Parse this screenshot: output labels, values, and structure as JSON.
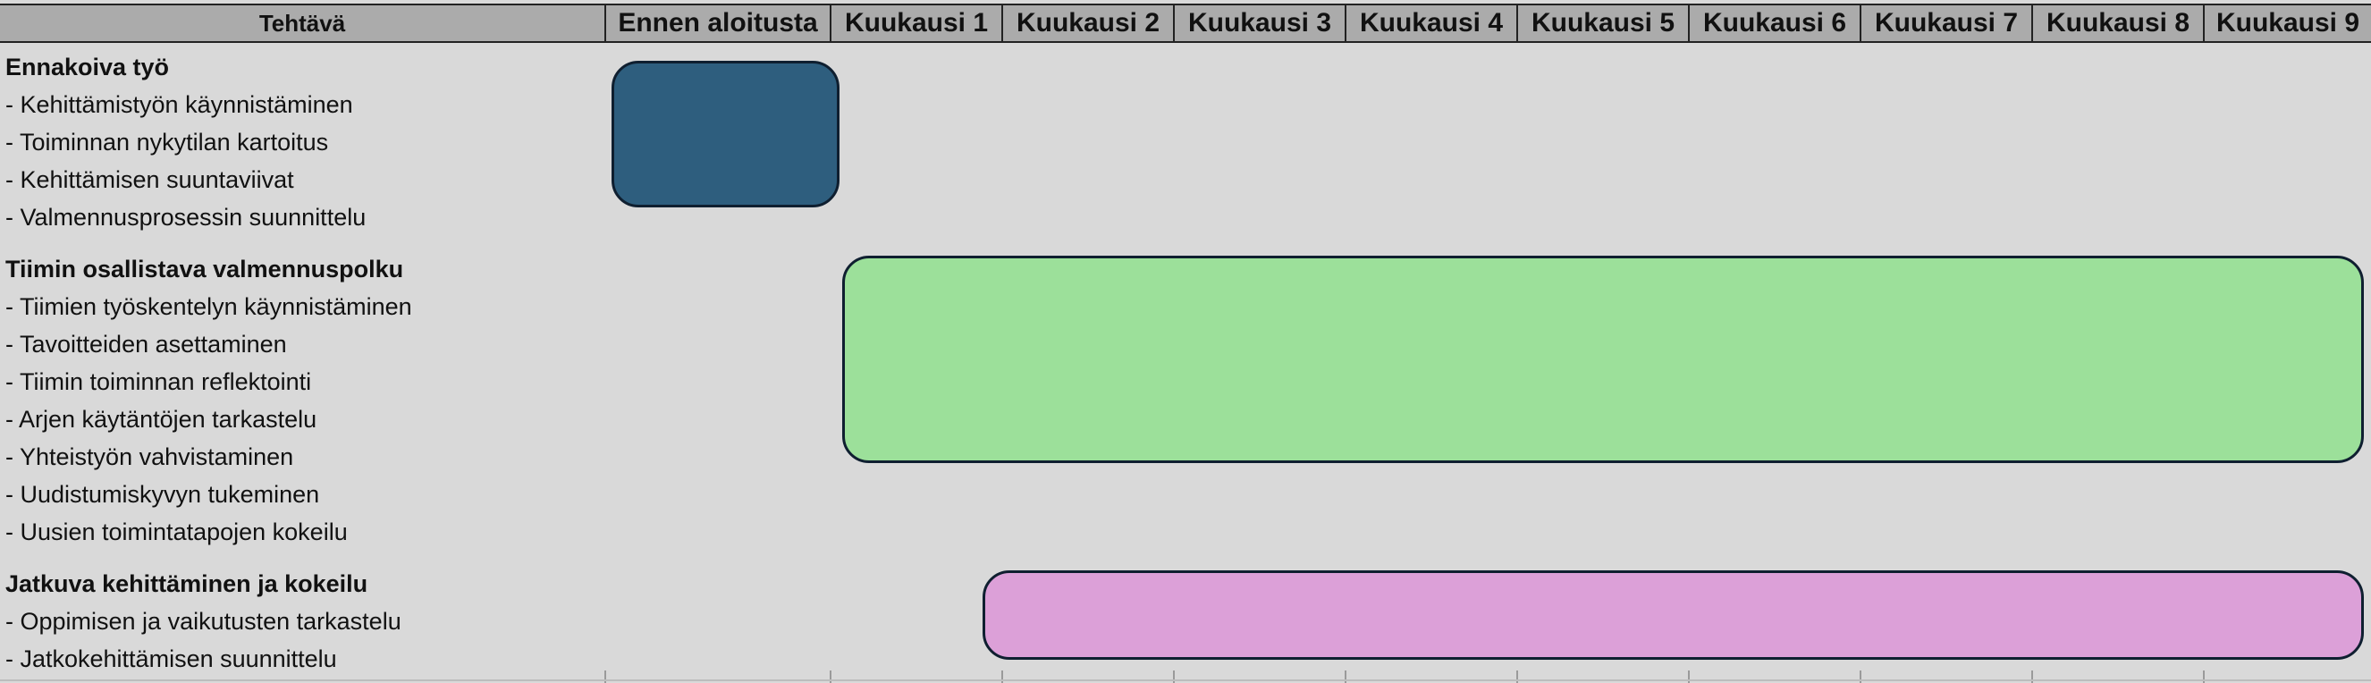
{
  "chart_data": {
    "type": "gantt",
    "header_task": "Tehtävä",
    "columns": [
      "Ennen aloitusta",
      "Kuukausi 1",
      "Kuukausi 2",
      "Kuukausi 3",
      "Kuukausi 4",
      "Kuukausi 5",
      "Kuukausi 6",
      "Kuukausi 7",
      "Kuukausi 8",
      "Kuukausi 9"
    ],
    "groups": [
      {
        "title": "Ennakoiva työ",
        "items": [
          "- Kehittämistyön käynnistäminen",
          "- Toiminnan nykytilan kartoitus",
          "- Kehittämisen suuntaviivat",
          "- Valmennusprosessin suunnittelu"
        ],
        "bar": {
          "start": 0,
          "end": 1.1,
          "color": "#2e5e7e"
        }
      },
      {
        "title": "Tiimin osallistava valmennuspolku",
        "items": [
          "- Tiimien työskentelyn käynnistäminen",
          "- Tavoitteiden asettaminen",
          "- Tiimin toiminnan reflektointi",
          "- Arjen käytäntöjen tarkastelu",
          "- Yhteistyön vahvistaminen",
          "- Uudistumiskyvyn tukeminen",
          "- Uusien toimintatapojen kokeilu"
        ],
        "bar": {
          "start": 1.03,
          "end": 10.0,
          "color": "#9ce09a"
        }
      },
      {
        "title": "Jatkuva kehittäminen ja kokeilu",
        "items": [
          "- Oppimisen ja vaikutusten tarkastelu",
          "- Jatkokehittämisen suunnittelu"
        ],
        "bar": {
          "start": 1.85,
          "end": 10.0,
          "color": "#dca0d8"
        }
      }
    ]
  }
}
